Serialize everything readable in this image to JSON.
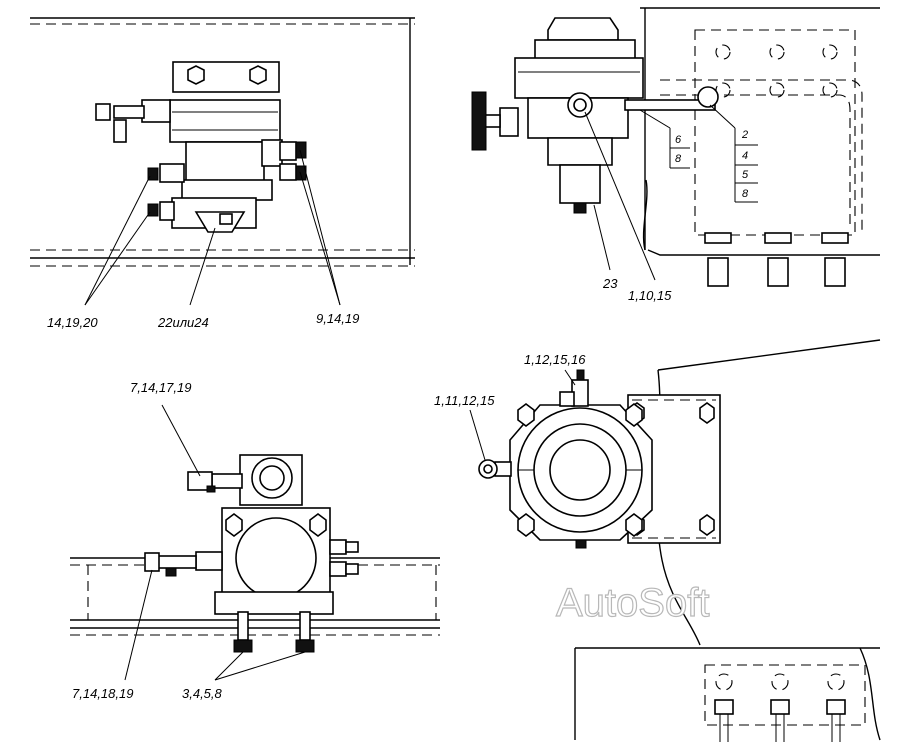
{
  "views": {
    "top_left": {
      "labels": [
        "14,19,20",
        "22или24",
        "9,14,19"
      ]
    },
    "top_right": {
      "labels": [
        "23",
        "1,10,15"
      ],
      "callout_left": [
        "6",
        "8"
      ],
      "callout_right": [
        "2",
        "4",
        "5",
        "8"
      ]
    },
    "bottom_left": {
      "labels": [
        "7,14,17,19",
        "7,14,18,19",
        "3,4,5,8"
      ]
    },
    "bottom_right": {
      "labels": [
        "1,12,15,16",
        "1,11,12,15"
      ]
    }
  },
  "watermark": "AutoSoft"
}
